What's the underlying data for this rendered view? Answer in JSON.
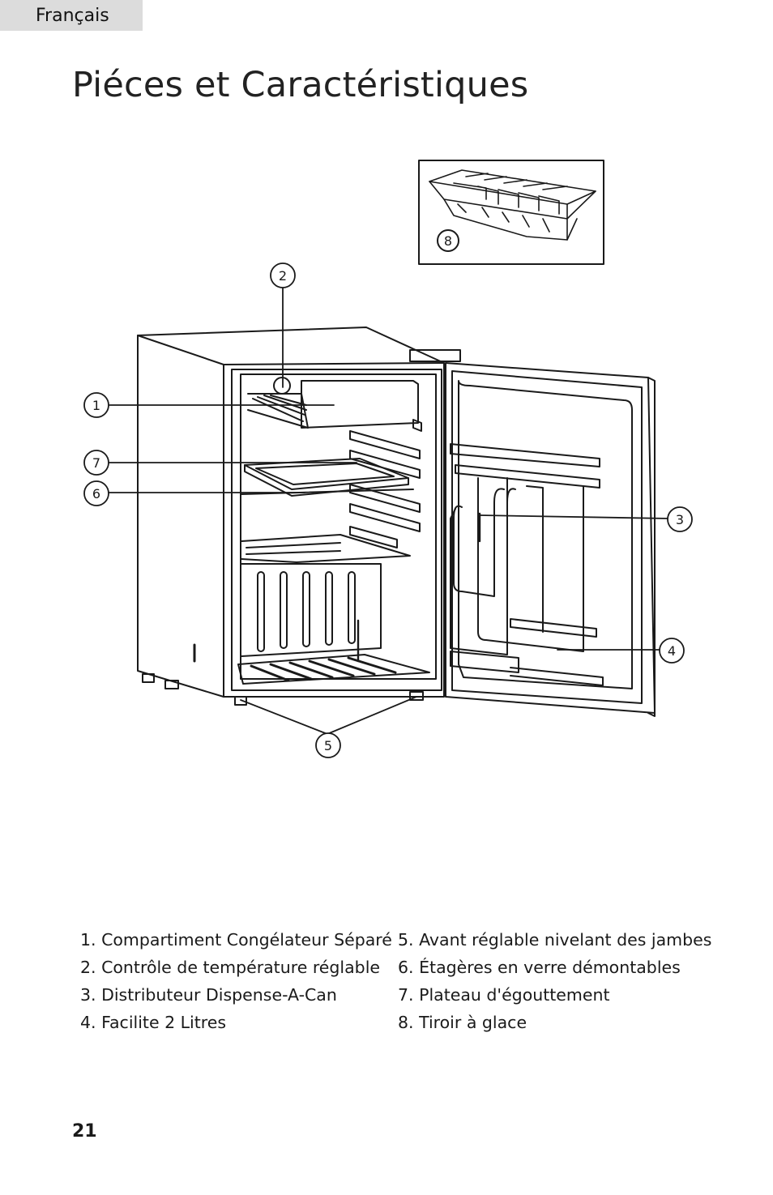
{
  "header": {
    "language": "Français"
  },
  "title": "Piéces et Caractéristiques",
  "callouts": [
    "1",
    "2",
    "3",
    "4",
    "5",
    "6",
    "7",
    "8"
  ],
  "parts_left": [
    "1. Compartiment Congélateur Séparé",
    "2. Contrôle de température réglable",
    "3. Distributeur Dispense-A-Can",
    "4. Facilite 2 Litres"
  ],
  "parts_right": [
    "5. Avant réglable nivelant des jambes",
    "6. Étagères en verre démontables",
    "7. Plateau d'égouttement",
    "8. Tiroir à glace"
  ],
  "footer": {
    "page_number": "21"
  }
}
